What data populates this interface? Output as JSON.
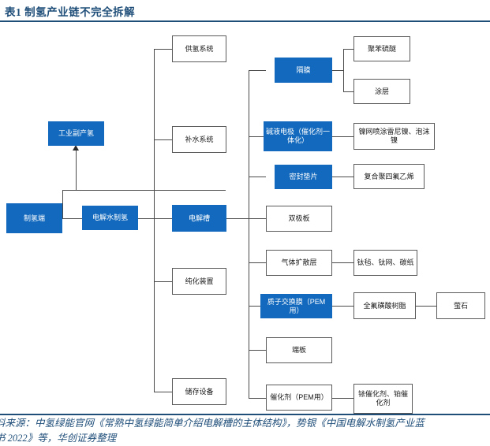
{
  "title": "表1 制氢产业链不完全拆解",
  "footer": {
    "line1": "料来源：中氢绿能官网《常熟中氢绿能简单介绍电解槽的主体结构》，势银《中国电解水制氢产业蓝",
    "line2": "书 2022》等，华创证券整理"
  },
  "colors": {
    "accent_blue": "#1269bd",
    "title_blue": "#1f4e79",
    "box_border": "#5a5a5a",
    "line": "#4a4a4a",
    "background": "#ffffff"
  },
  "nodes": {
    "root": {
      "label": "制氢端",
      "style": "blue"
    },
    "byproduct": {
      "label": "工业副产氢",
      "style": "blue"
    },
    "electrolysis": {
      "label": "电解水制氢",
      "style": "blue"
    },
    "level2": [
      {
        "label": "供氢系统",
        "style": "plain"
      },
      {
        "label": "补水系统",
        "style": "plain"
      },
      {
        "label": "电解槽",
        "style": "blue"
      },
      {
        "label": "纯化装置",
        "style": "plain"
      },
      {
        "label": "储存设备",
        "style": "plain"
      }
    ],
    "level3": [
      {
        "label": "隔膜",
        "style": "blue"
      },
      {
        "label": "碱液电极（催化剂一体化）",
        "style": "blue"
      },
      {
        "label": "密封垫片",
        "style": "blue"
      },
      {
        "label": "双极板",
        "style": "plain"
      },
      {
        "label": "气体扩散层",
        "style": "plain"
      },
      {
        "label": "质子交换膜（PEM用）",
        "style": "blue"
      },
      {
        "label": "端板",
        "style": "plain"
      },
      {
        "label": "催化剂（PEM用）",
        "style": "plain"
      }
    ],
    "level4": [
      {
        "label": "聚苯硫醚",
        "style": "plain"
      },
      {
        "label": "涂层",
        "style": "plain"
      },
      {
        "label": "镍网喷涂雷尼镍、泡沫镍",
        "style": "plain"
      },
      {
        "label": "复合聚四氟乙烯",
        "style": "plain"
      },
      {
        "label": "钛毡、钛网、碳纸",
        "style": "plain"
      },
      {
        "label": "全氟磺酸树脂",
        "style": "plain"
      },
      {
        "label": "铱催化剂、铂催化剂",
        "style": "plain"
      }
    ],
    "level5": [
      {
        "label": "萤石",
        "style": "plain"
      }
    ]
  }
}
